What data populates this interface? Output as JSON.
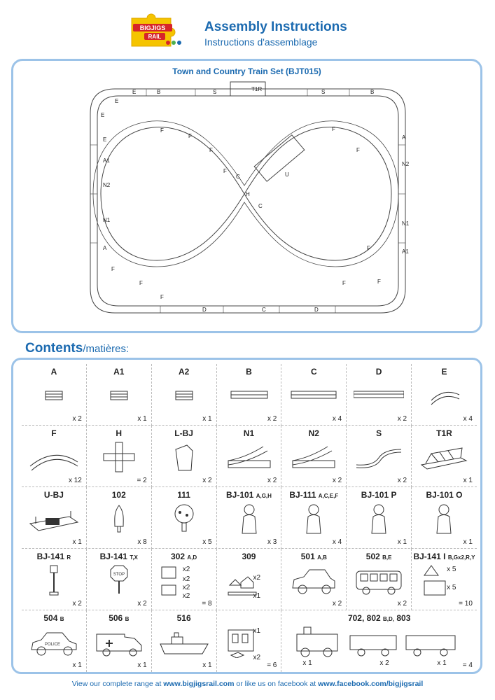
{
  "header": {
    "logo_text_top": "BIGJIGS",
    "logo_text_bottom": "RAIL",
    "title": "Assembly Instructions",
    "subtitle": "Instructions d'assemblage"
  },
  "diagram": {
    "title": "Town and Country Train Set (BJT015)",
    "track_labels": [
      "B",
      "S",
      "T1R",
      "S",
      "B",
      "E",
      "E",
      "E",
      "E",
      "A1",
      "N2",
      "F",
      "F",
      "F",
      "F",
      "C",
      "C",
      "H",
      "U",
      "A",
      "N2",
      "N1",
      "N1",
      "A",
      "A1",
      "F",
      "F",
      "F",
      "F",
      "F",
      "F",
      "D",
      "C",
      "D",
      "F",
      "F"
    ]
  },
  "contents": {
    "heading_main": "Contents",
    "heading_sub": "/matières:",
    "rows": [
      [
        {
          "label": "A",
          "qty": "x 2",
          "icon": "track-short-icon"
        },
        {
          "label": "A1",
          "qty": "x 1",
          "icon": "track-short-icon"
        },
        {
          "label": "A2",
          "qty": "x 1",
          "icon": "track-short-icon"
        },
        {
          "label": "B",
          "qty": "x 2",
          "icon": "track-medium-icon"
        },
        {
          "label": "C",
          "qty": "x 4",
          "icon": "track-long-icon"
        },
        {
          "label": "D",
          "qty": "x 2",
          "icon": "track-longest-icon"
        },
        {
          "label": "E",
          "qty": "x 4",
          "icon": "track-curve-small-icon"
        }
      ],
      [
        {
          "label": "F",
          "qty": "x 12",
          "icon": "track-curve-icon"
        },
        {
          "label": "H",
          "qty": "= 2",
          "icon": "track-cross-icon"
        },
        {
          "label": "L-BJ",
          "qty": "x 2",
          "icon": "buffer-icon"
        },
        {
          "label": "N1",
          "qty": "x 2",
          "icon": "switch-icon"
        },
        {
          "label": "N2",
          "qty": "x 2",
          "icon": "switch-icon"
        },
        {
          "label": "S",
          "qty": "x 2",
          "icon": "s-curve-icon"
        },
        {
          "label": "T1R",
          "qty": "x 1",
          "icon": "bridge-icon"
        }
      ],
      [
        {
          "label": "U-BJ",
          "qty": "x 1",
          "icon": "crossing-icon"
        },
        {
          "label": "102",
          "qty": "x 8",
          "icon": "tree-icon"
        },
        {
          "label": "111",
          "qty": "x 5",
          "icon": "apple-tree-icon"
        },
        {
          "label": "BJ-101",
          "label_small": "A,G,H",
          "qty": "x 3",
          "icon": "figure-icon"
        },
        {
          "label": "BJ-111",
          "label_small": "A,C,E,F",
          "qty": "x 4",
          "icon": "figure-icon"
        },
        {
          "label": "BJ-101 P",
          "qty": "x 1",
          "icon": "figure-icon"
        },
        {
          "label": "BJ-101 O",
          "qty": "x 1",
          "icon": "figure-icon"
        }
      ],
      [
        {
          "label": "BJ-141",
          "label_small": "R",
          "qty": "x 2",
          "icon": "lamp-icon"
        },
        {
          "label": "BJ-141",
          "label_small": "T,X",
          "qty": "x 2",
          "icon": "stop-sign-icon"
        },
        {
          "label": "302",
          "label_small": "A,D",
          "qty": "= 8",
          "icon": "building-icon",
          "extras": [
            "x2",
            "x2",
            "x2",
            "x2"
          ]
        },
        {
          "label": "309",
          "qty": "",
          "icon": "station-parts-icon",
          "extras": [
            "x2",
            "x1"
          ]
        },
        {
          "label": "501",
          "label_small": "A,B",
          "qty": "x 2",
          "icon": "car-icon"
        },
        {
          "label": "502",
          "label_small": "B,E",
          "qty": "x 2",
          "icon": "bus-icon"
        },
        {
          "label": "BJ-141 I",
          "label_small": "B,Gx2,R,Y",
          "qty": "= 10",
          "icon": "signs-icon",
          "extras": [
            "x 5",
            "x 5"
          ]
        }
      ],
      [
        {
          "label": "504",
          "label_small": "B",
          "qty": "x 1",
          "icon": "police-car-icon",
          "car_text": "POLICE"
        },
        {
          "label": "506",
          "label_small": "B",
          "qty": "x 1",
          "icon": "ambulance-icon"
        },
        {
          "label": "516",
          "qty": "x 1",
          "icon": "boat-icon"
        },
        {
          "label": "",
          "qty": "= 6",
          "icon": "station-building-icon",
          "extras": [
            "x1",
            "x2"
          ]
        },
        {
          "label": "702, 802",
          "label_small": "B,D,",
          "label_tail": "803",
          "qty": "= 4",
          "icon": "train-icon",
          "wide": true,
          "extras": [
            "x 1",
            "x 2",
            "x 1"
          ]
        }
      ]
    ]
  },
  "footer": {
    "text_a": "View our complete range at ",
    "link_a": "www.bigjigsrail.com",
    "text_b": " or like us on facebook at ",
    "link_b": "www.facebook.com/bigjigsrail"
  },
  "colors": {
    "brand_blue": "#1b6ab0",
    "box_border": "#9cc3e8",
    "logo_yellow": "#f5c400",
    "logo_red": "#d6252a"
  }
}
